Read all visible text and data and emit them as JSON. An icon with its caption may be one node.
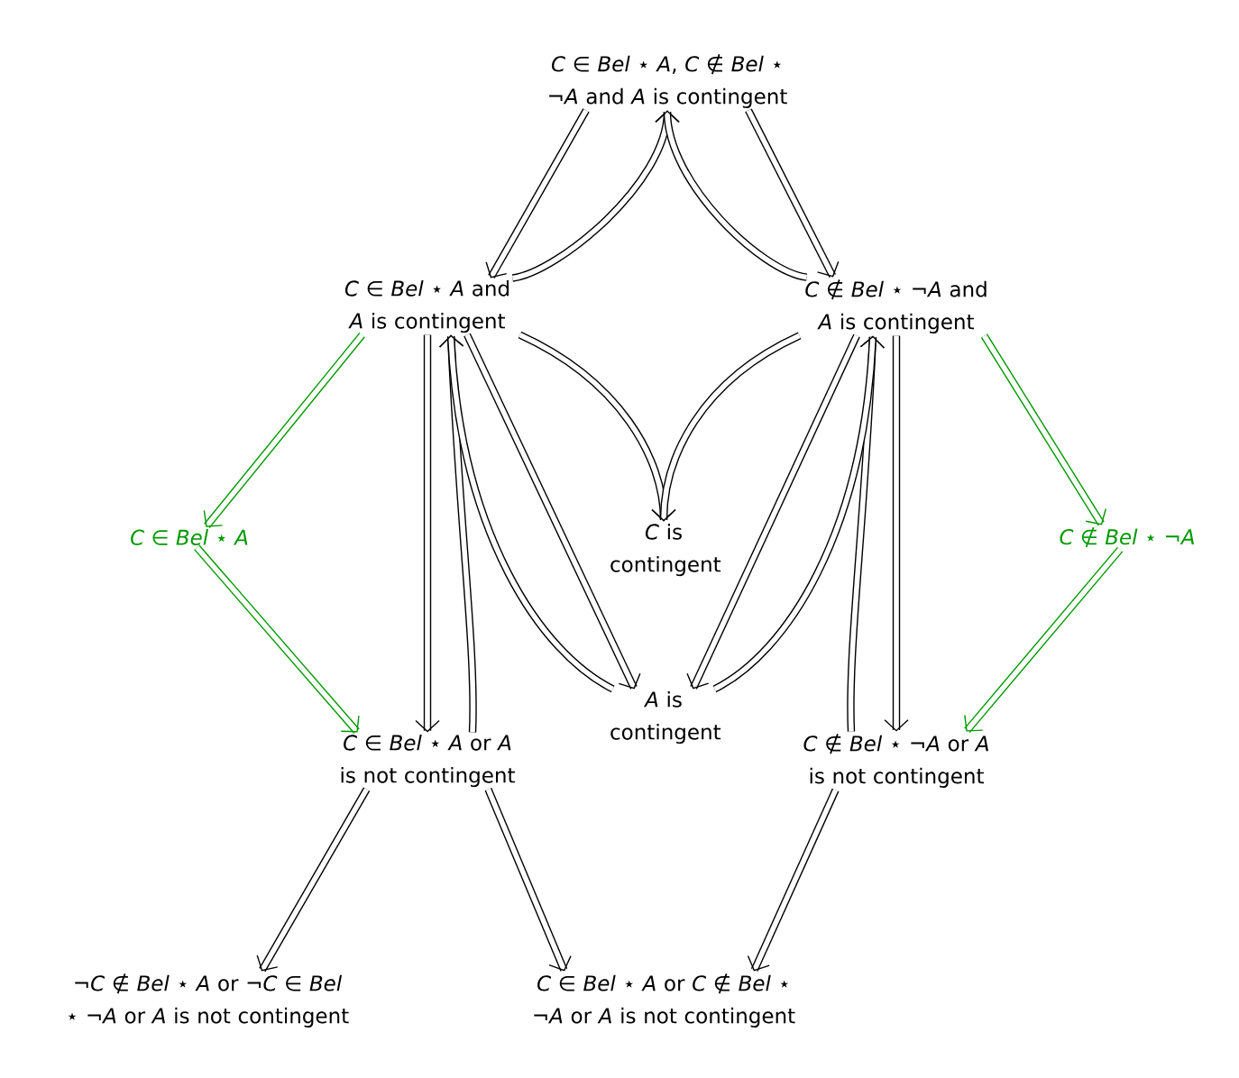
{
  "diagram": {
    "nodes": [
      {
        "text": [
          "*C* ∈ *Bel* ⋆ *A*, *C* ∉ *Bel* ⋆ ¬*A* and *A* is contingent"
        ]
      },
      {
        "text": [
          "*C* ∈ *Bel* ⋆ *A* and *A* is contingent"
        ]
      },
      {
        "text": [
          "*C* ∉ *Bel* ⋆ ¬*A* and *A* is contingent"
        ]
      },
      {
        "text": [
          "*C* ∈ *Bel* ⋆ *A*"
        ]
      },
      {
        "text": [
          "*C* is contingent"
        ]
      },
      {
        "text": [
          "*C* ∉ *Bel* ⋆ ¬*A*"
        ]
      },
      {
        "text": [
          "*C* ∈ *Bel* ⋆ *A* or *A* is not contingent"
        ]
      },
      {
        "text": [
          "*A* is contingent"
        ]
      },
      {
        "text": [
          "*C* ∉ *Bel* ⋆ ¬*A* or *A* is not contingent"
        ]
      },
      {
        "text": [
          "¬*C* ∉ *Bel* ⋆ *A* or ¬*C* ∈ *Bel* ⋆ ¬*A* or *A* is not contingent"
        ]
      },
      {
        "text": [
          "*C* ∈ *Bel* ⋆ *A* or *C* ∉ *Bel* ⋆ ¬*A* or *A* is not contingent"
        ]
      }
    ],
    "edges": [
      {
        "from": 0,
        "to": 1,
        "arrow": "to"
      },
      {
        "from": 0,
        "to": 2,
        "arrow": "to"
      },
      {
        "from": 1,
        "to": 0,
        "arrow": "to"
      },
      {
        "from": 2,
        "to": 0,
        "arrow": "to"
      },
      {
        "from": 1,
        "to": 4,
        "arrow": "to"
      },
      {
        "from": 2,
        "to": 4,
        "arrow": "to"
      },
      {
        "from": 1,
        "to": 3,
        "arrow": "to",
        "color": "#009900"
      },
      {
        "from": 3,
        "to": 6,
        "arrow": "to",
        "color": "#009900"
      },
      {
        "from": 2,
        "to": 5,
        "arrow": "to",
        "color": "#009900"
      },
      {
        "from": 5,
        "to": 8,
        "arrow": "to",
        "color": "#009900"
      },
      {
        "from": 1,
        "to": 6,
        "arrow": "to"
      },
      {
        "from": 6,
        "to": 1,
        "arrow": "to"
      },
      {
        "from": 7,
        "to": 1,
        "arrow": "to"
      },
      {
        "from": 1,
        "to": 7,
        "arrow": "to"
      },
      {
        "from": 2,
        "to": 7,
        "arrow": "to"
      },
      {
        "from": 2,
        "to": 8,
        "arrow": "to"
      },
      {
        "from": 8,
        "to": 2,
        "arrow": "to"
      },
      {
        "from": 7,
        "to": 2,
        "arrow": "to"
      },
      {
        "from": 6,
        "to": 9,
        "arrow": "to"
      },
      {
        "from": 6,
        "to": 10,
        "arrow": "to"
      },
      {
        "from": 8,
        "to": 10,
        "arrow": "to"
      }
    ]
  }
}
